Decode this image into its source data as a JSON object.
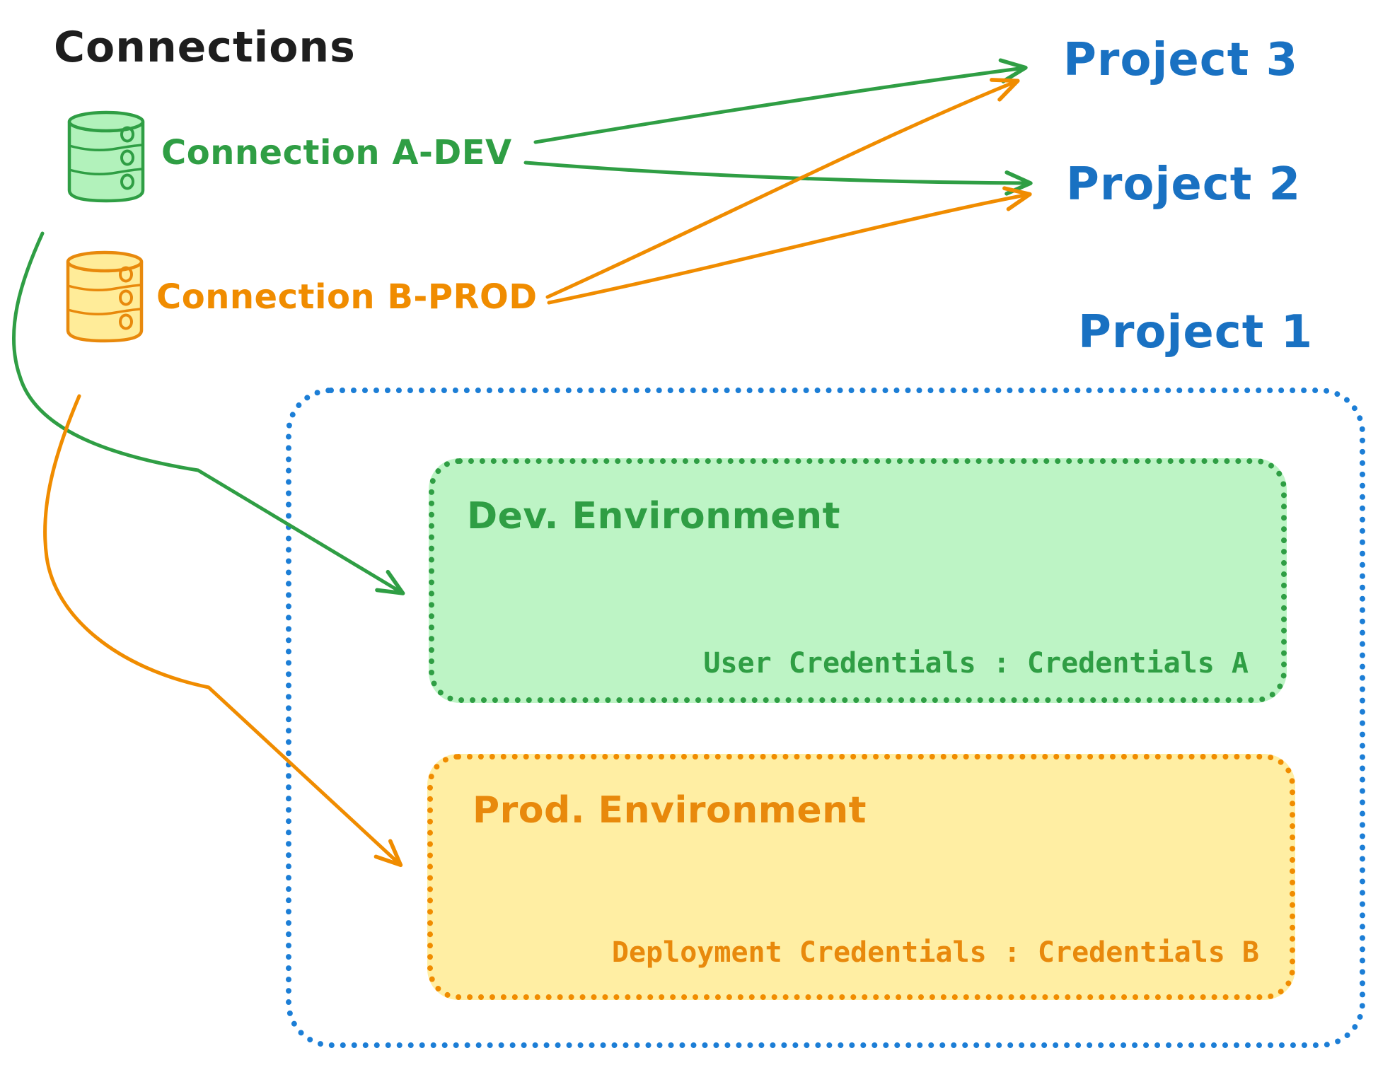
{
  "title": "Connections",
  "connections": [
    {
      "label": "Connection A-DEV",
      "icon": "database-cylinder-icon",
      "color": "#2f9e44"
    },
    {
      "label": "Connection B-PROD",
      "icon": "database-cylinder-icon",
      "color": "#f08c00"
    }
  ],
  "projects": [
    {
      "label": "Project 3"
    },
    {
      "label": "Project 2"
    },
    {
      "label": "Project 1"
    }
  ],
  "project1": {
    "dev_environment": {
      "title": "Dev. Environment",
      "credentials_line": "User Credentials : Credentials A"
    },
    "prod_environment": {
      "title": "Prod. Environment",
      "credentials_line": "Deployment Credentials : Credentials B"
    }
  },
  "colors": {
    "title_text": "#1e1e1e",
    "project_text": "#1971c2",
    "project_border": "#1c7ed6",
    "dev_green": "#2f9e44",
    "dev_green_fill": "#b2f2bb",
    "prod_orange": "#f08c00",
    "prod_orange_fill": "#ffec99"
  }
}
